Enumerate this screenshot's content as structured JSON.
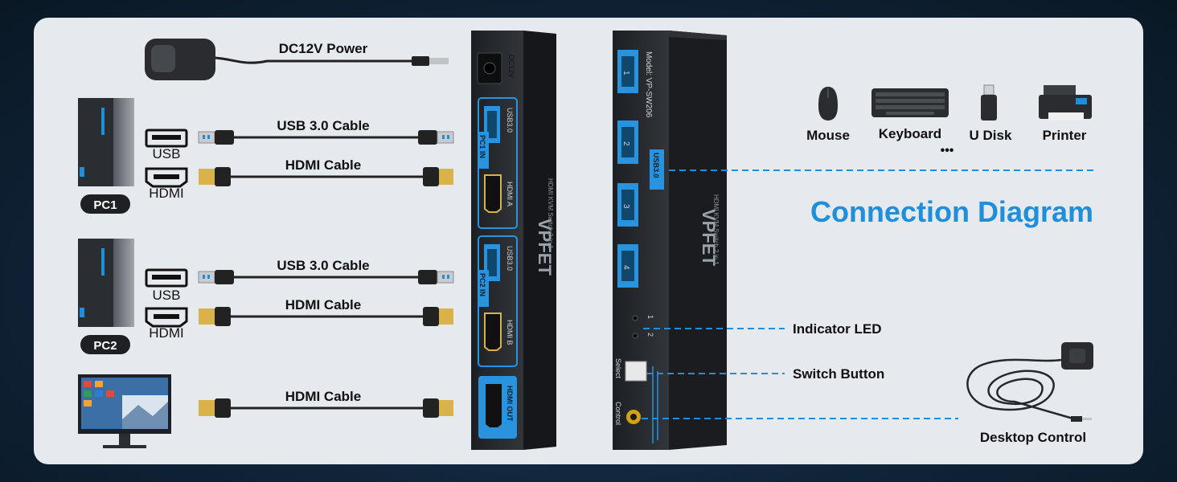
{
  "cables": {
    "dc_power": "DC12V Power",
    "usb_pc1": "USB 3.0 Cable",
    "hdmi_pc1": "HDMI Cable",
    "usb_pc2": "USB 3.0 Cable",
    "hdmi_pc2": "HDMI Cable",
    "hdmi_monitor": "HDMI Cable"
  },
  "port_labels": {
    "usb": "USB",
    "hdmi": "HDMI"
  },
  "pcs": {
    "pc1": "PC1",
    "pc2": "PC2"
  },
  "devices": {
    "mouse": "Mouse",
    "keyboard": "Keyboard",
    "udisk": "U Disk",
    "printer": "Printer",
    "more": "•••"
  },
  "title": "Connection Diagram",
  "callouts": {
    "led": "Indicator LED",
    "switch": "Switch Button",
    "desktop": "Desktop Control"
  },
  "front_panel": {
    "dc": "DC12V",
    "usb1": "USB3.0",
    "pc1in": "PC1 IN",
    "hdmia": "HDMI A",
    "usb2": "USB3.0",
    "pc2in": "PC2 IN",
    "hdmib": "HDMI B",
    "hdmiout": "HDMI OUT",
    "brand": "VPFET",
    "desc": "HDMI KVM Switch 2 in 1"
  },
  "back_panel": {
    "model": "Model: VP-SW206",
    "usb": "USB3.0",
    "port1": "1",
    "port2": "2",
    "port3": "3",
    "port4": "4",
    "led1": "1",
    "led2": "2",
    "select": "Select",
    "control": "Control",
    "brand": "VPFET",
    "desc": "HDMI KVM Switch 2 in 1"
  },
  "colors": {
    "accent": "#1e8fd8",
    "port_blue": "#2a93dd",
    "device_body": "#26292e",
    "panel_bg": "#e6e9ee"
  }
}
